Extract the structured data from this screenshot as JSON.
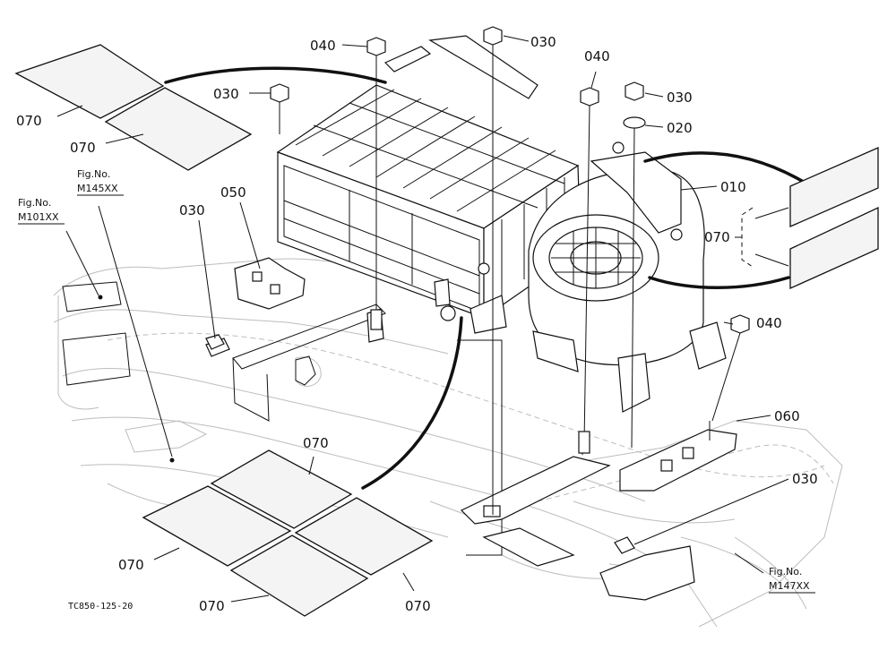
{
  "callouts": {
    "c040a": "040",
    "c030a": "030",
    "c040b": "040",
    "c030b": "030",
    "c030c": "030",
    "c020": "020",
    "c010": "010",
    "c070a": "070",
    "c070b": "070",
    "c070c": "070",
    "c050": "050",
    "c030d": "030",
    "c040c": "040",
    "c060": "060",
    "c070d": "070",
    "c030e": "030",
    "c070e": "070",
    "c070f": "070",
    "c070g": "070"
  },
  "references": {
    "m145_label": "Fig.No.",
    "m145_code": "M145XX",
    "m101_label": "Fig.No.",
    "m101_code": "M101XX",
    "m147_label": "Fig.No.",
    "m147_code": "M147XX"
  },
  "drawing_code": "TC850-125-20"
}
